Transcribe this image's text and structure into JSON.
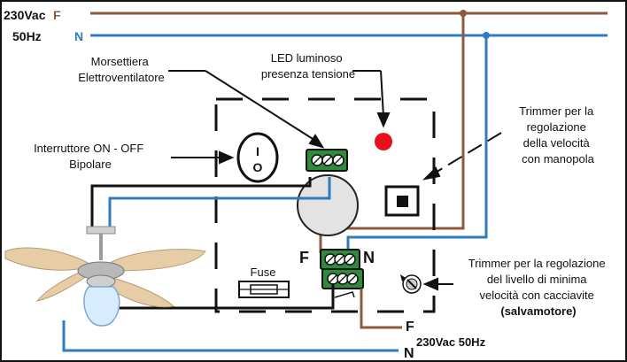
{
  "supply_top": {
    "voltage": "230Vac",
    "frequency": "50Hz",
    "phase": "F",
    "neutral": "N"
  },
  "labels": {
    "fan_terminal": [
      "Morsettiera",
      "Elettroventilatore"
    ],
    "led": [
      "LED luminoso",
      "presenza tensione"
    ],
    "switch": [
      "Interruttore ON - OFF",
      "Bipolare"
    ],
    "trimmer_knob": [
      "Trimmer per la",
      "regolazione",
      "della velocità",
      "con manopola"
    ],
    "fuse": "Fuse",
    "trimmer_screw": [
      "Trimmer per la regolazione",
      "del livello di minima",
      "velocità con cacciavite",
      "(salvamotore)"
    ],
    "switch_symbol_on": "I",
    "switch_symbol_off": "O"
  },
  "terminal_main": {
    "left": "F",
    "right": "N"
  },
  "supply_bottom": {
    "phase": "F",
    "supply": "230Vac 50Hz",
    "neutral": "N"
  },
  "colors": {
    "phase": "#8b5a3c",
    "neutral": "#2e7bbf",
    "wire_black": "#111111",
    "terminal_green": "#2e8b3c",
    "led_red": "#e8101a",
    "blade": "#e6cda6",
    "bulb": "#d8ecff"
  }
}
